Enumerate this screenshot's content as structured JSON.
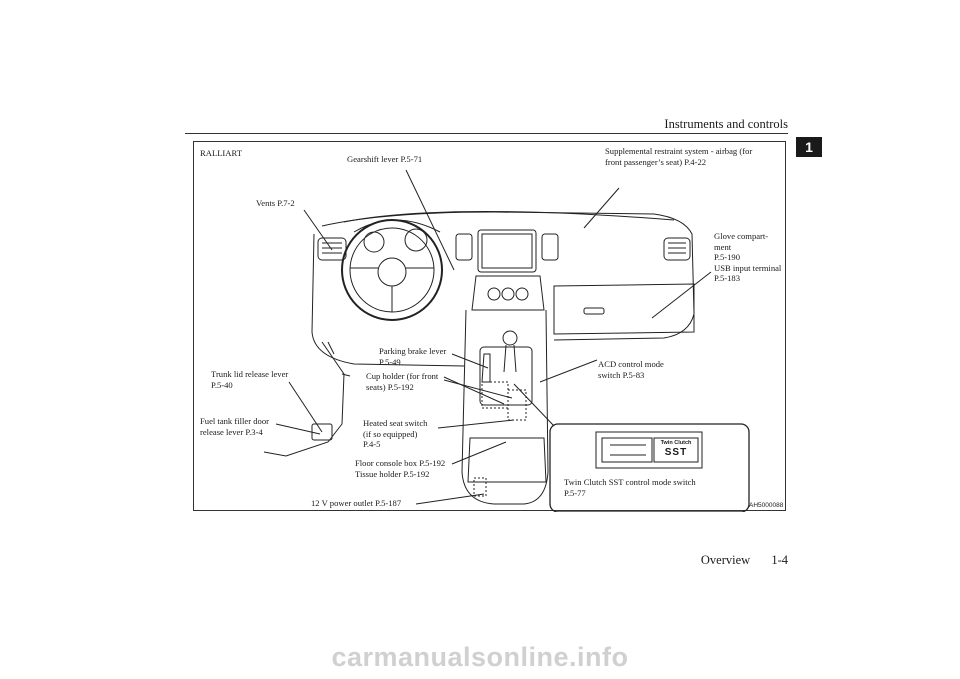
{
  "header": {
    "section_title": "Instruments and controls",
    "chapter_number": "1"
  },
  "figure": {
    "variant": "RALLIART",
    "figure_id": "AH5000088",
    "labels": {
      "gearshift": "Gearshift lever P.5-71",
      "srs_line1": "Supplemental restraint system - airbag (for",
      "srs_line2": "front passenger’s seat) P.4-22",
      "vents": "Vents P.7-2",
      "glove_line1": "Glove compart-",
      "glove_line2": "ment",
      "glove_line3": "P.5-190",
      "usb_line1": "USB input terminal",
      "usb_line2": "P.5-183",
      "parking_line1": "Parking brake lever",
      "parking_line2": "P.5-49",
      "cup_line1": "Cup holder (for front",
      "cup_line2": "seats) P.5-192",
      "acd_line1": "ACD control mode",
      "acd_line2": "switch P.5-83",
      "trunk_line1": "Trunk lid release lever",
      "trunk_line2": "P.5-40",
      "fuel_line1": "Fuel tank filler door",
      "fuel_line2": "release lever P.3-4",
      "heated_line1": "Heated seat switch",
      "heated_line2": "(if so equipped)",
      "heated_line3": "P.4-5",
      "floor_line1": "Floor console box P.5-192",
      "floor_line2": "Tissue holder P.5-192",
      "power_outlet": "12 V power outlet P.5-187",
      "twin_line1": "Twin Clutch SST control mode switch",
      "twin_line2": "P.5-77",
      "switch_top": "Twin Clutch",
      "switch_bottom": "SST"
    }
  },
  "footer": {
    "section": "Overview",
    "page": "1-4"
  },
  "watermark": "carmanualsonline.info"
}
